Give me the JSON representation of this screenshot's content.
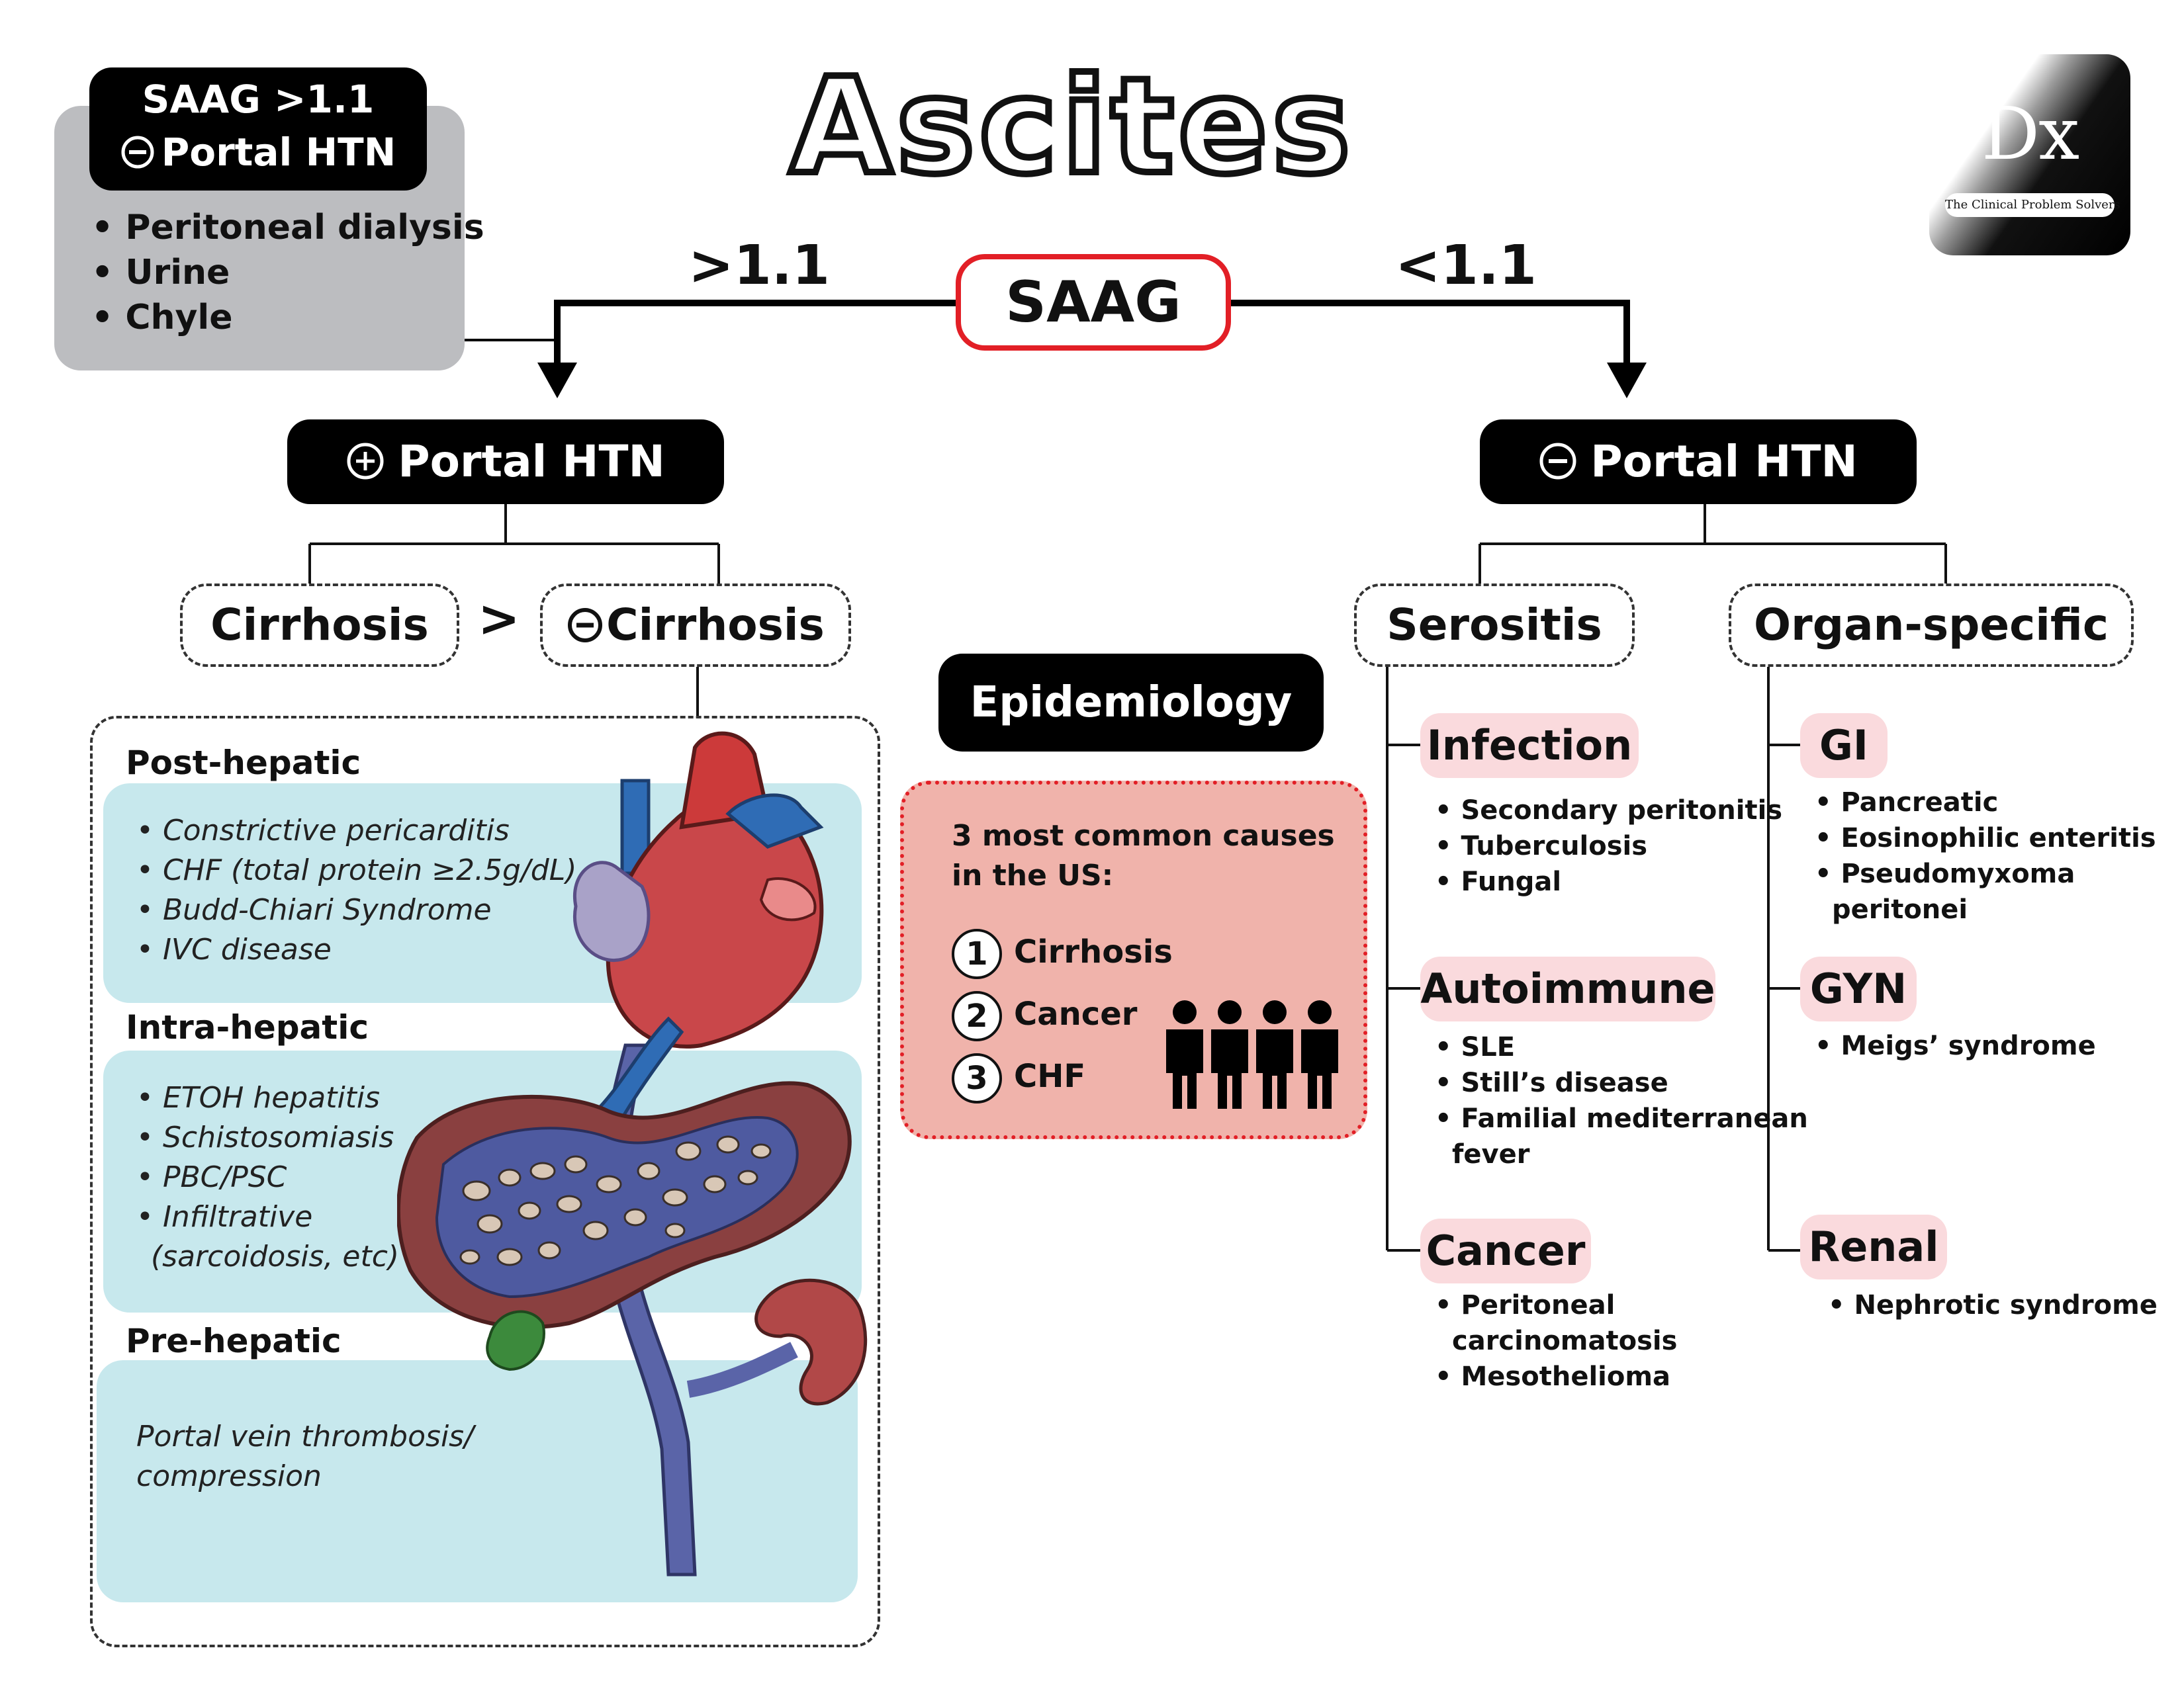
{
  "title": "Ascites",
  "logo": {
    "mark": "Dx",
    "subtitle": "The Clinical Problem Solvers"
  },
  "saag": {
    "label": "SAAG",
    "left_branch": ">1.1",
    "right_branch": "<1.1"
  },
  "callout_high": {
    "line1": "SAAG >1.1",
    "line2": "Portal HTN",
    "items": [
      "Peritoneal dialysis",
      "Urine",
      "Chyle"
    ]
  },
  "left": {
    "header": "Portal HTN",
    "header_sign": "plus-icon",
    "cirrhosis": "Cirrhosis",
    "comparator": ">",
    "non_cirrhosis": "Cirrhosis",
    "sections": [
      {
        "title": "Post-hepatic",
        "items": [
          "Constrictive pericarditis",
          "CHF (total protein ≥2.5g/dL)",
          "Budd-Chiari Syndrome",
          "IVC disease"
        ]
      },
      {
        "title": "Intra-hepatic",
        "items": [
          "ETOH hepatitis",
          "Schistosomiasis",
          "PBC/PSC",
          "Infiltrative",
          "(sarcoidosis, etc)"
        ]
      },
      {
        "title": "Pre-hepatic",
        "items": [
          "Portal vein thrombosis/",
          "compression"
        ]
      }
    ]
  },
  "epidemiology": {
    "header": "Epidemiology",
    "subtitle_l1": "3 most common causes",
    "subtitle_l2": "in the US:",
    "items": [
      {
        "n": "1",
        "label": "Cirrhosis"
      },
      {
        "n": "2",
        "label": "Cancer"
      },
      {
        "n": "3",
        "label": "CHF"
      }
    ]
  },
  "right": {
    "header": "Portal HTN",
    "header_sign": "minus-icon",
    "serositis": {
      "title": "Serositis",
      "groups": [
        {
          "title": "Infection",
          "items": [
            "Secondary peritonitis",
            "Tuberculosis",
            "Fungal"
          ]
        },
        {
          "title": "Autoimmune",
          "items": [
            "SLE",
            "Still’s disease",
            "Familial mediterranean",
            "fever"
          ]
        },
        {
          "title": "Cancer",
          "items": [
            "Peritoneal",
            "carcinomatosis",
            "Mesothelioma"
          ]
        }
      ]
    },
    "organ": {
      "title": "Organ-specific",
      "groups": [
        {
          "title": "GI",
          "items": [
            "Pancreatic",
            "Eosinophilic enteritis",
            "Pseudomyxoma",
            "peritonei"
          ]
        },
        {
          "title": "GYN",
          "items": [
            "Meigs’ syndrome"
          ]
        },
        {
          "title": "Renal",
          "items": [
            "Nephrotic syndrome"
          ]
        }
      ]
    }
  },
  "colors": {
    "accent_red": "#e21f26",
    "teal": "#c7e8ed",
    "pink": "#fadadd",
    "epi_fill": "#f0b3ab",
    "grey": "#bcbdc0"
  }
}
